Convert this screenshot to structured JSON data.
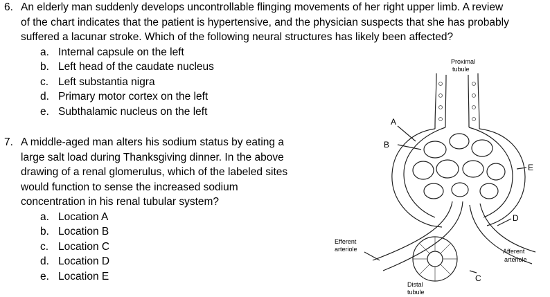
{
  "q6": {
    "number": "6.",
    "lines": [
      "An elderly man suddenly develops uncontrollable flinging movements of her right upper limb. A review",
      "of the chart indicates that the patient is hypertensive, and the physician suspects that she has probably",
      "suffered a lacunar stroke. Which of the following neural structures has likely been affected?"
    ],
    "options": [
      {
        "letter": "a.",
        "text": "Internal capsule on the left"
      },
      {
        "letter": "b.",
        "text": "Left head of the caudate nucleus"
      },
      {
        "letter": "c.",
        "text": "Left substantia nigra"
      },
      {
        "letter": "d.",
        "text": "Primary motor cortex on the left"
      },
      {
        "letter": "e.",
        "text": "Subthalamic nucleus on the left"
      }
    ]
  },
  "q7": {
    "number": "7.",
    "lines": [
      "A middle-aged man alters his sodium status by eating a",
      "large salt load during Thanksgiving dinner. In the above",
      "drawing of a renal glomerulus, which of the labeled sites",
      "would function to sense the increased sodium",
      "concentration in his renal tubular system?"
    ],
    "options": [
      {
        "letter": "a.",
        "text": "Location A"
      },
      {
        "letter": "b.",
        "text": "Location B"
      },
      {
        "letter": "c.",
        "text": "Location C"
      },
      {
        "letter": "d.",
        "text": "Location D"
      },
      {
        "letter": "e.",
        "text": "Location E"
      }
    ]
  },
  "figure": {
    "labels": {
      "proximal_1": "Proximal",
      "proximal_2": "tubule",
      "A": "A",
      "B": "B",
      "C": "C",
      "D": "D",
      "E": "E",
      "efferent_1": "Efferent",
      "efferent_2": "arteriole",
      "afferent_1": "Afferent",
      "afferent_2": "arteriole",
      "distal_1": "Distal",
      "distal_2": "tubule"
    }
  }
}
